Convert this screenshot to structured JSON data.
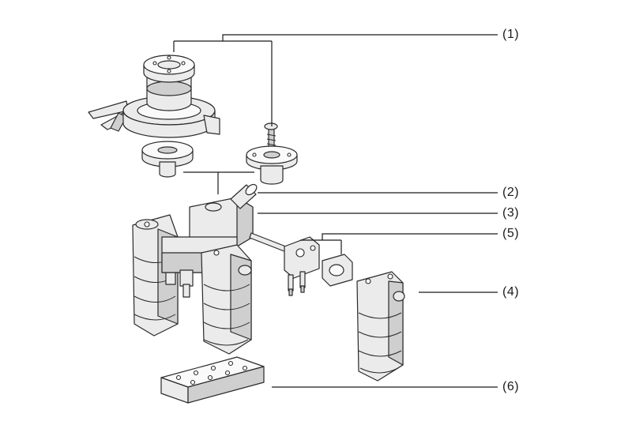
{
  "diagram": {
    "callouts": [
      {
        "id": "1",
        "text": "(1)"
      },
      {
        "id": "2",
        "text": "(2)"
      },
      {
        "id": "3",
        "text": "(3)"
      },
      {
        "id": "5",
        "text": "(5)"
      },
      {
        "id": "4",
        "text": "(4)"
      },
      {
        "id": "6",
        "text": "(6)"
      }
    ]
  },
  "colors": {
    "line": "#1a1a1a",
    "part_fill": "#ebebeb",
    "part_shade": "#cfcfcf"
  }
}
